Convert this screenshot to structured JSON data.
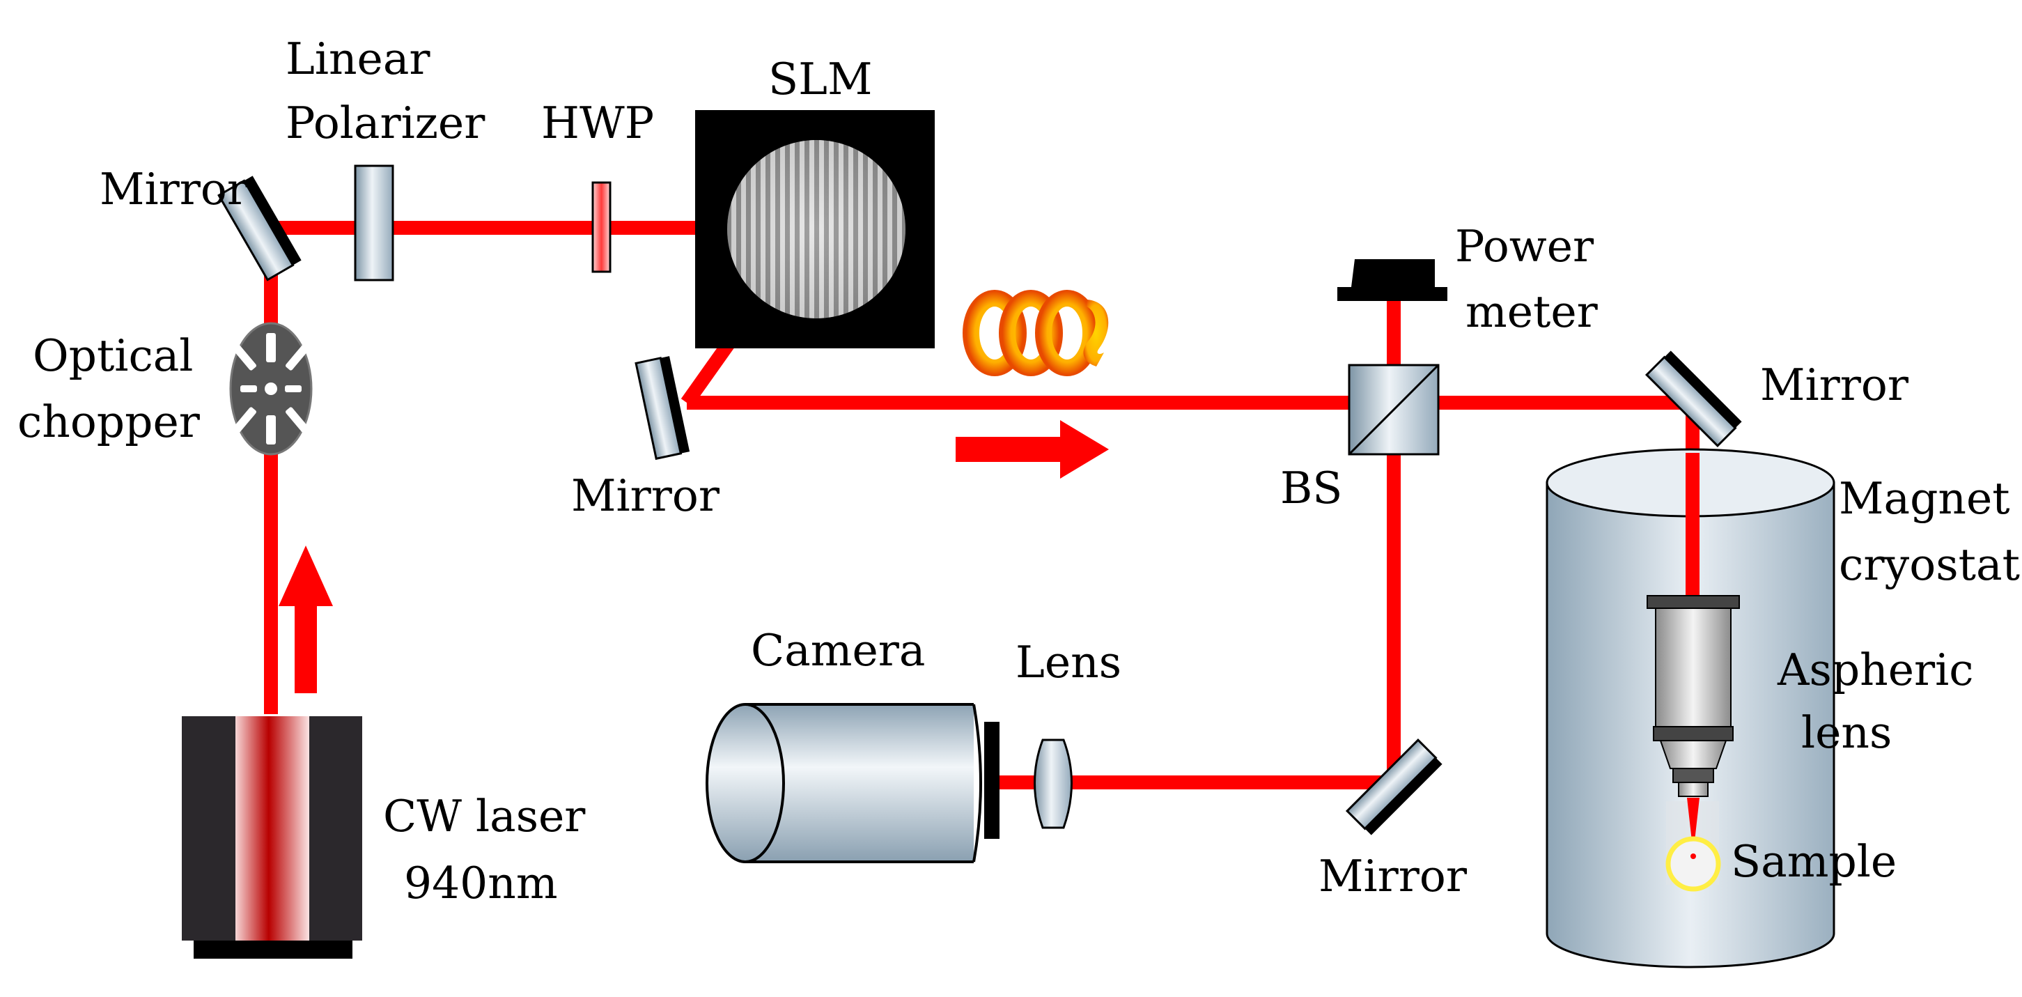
{
  "labels": {
    "linear_polarizer_line1": "Linear",
    "linear_polarizer_line2": "Polarizer",
    "hwp": "HWP",
    "slm": "SLM",
    "mirror_top_left": "Mirror",
    "optical_chopper_line1": "Optical",
    "optical_chopper_line2": "chopper",
    "mirror_slm": "Mirror",
    "power_meter_line1": "Power",
    "power_meter_line2": "meter",
    "bs": "BS",
    "mirror_right": "Mirror",
    "magnet_cryostat_line1": "Magnet",
    "magnet_cryostat_line2": "cryostat",
    "aspheric_lens_line1": "Aspheric",
    "aspheric_lens_line2": "lens",
    "sample": "Sample",
    "camera": "Camera",
    "lens": "Lens",
    "mirror_bottom": "Mirror",
    "cw_laser_line1": "CW laser",
    "cw_laser_line2": "940nm"
  },
  "colors": {
    "beam": "#ff0000",
    "optic_fill": "#bccbd6",
    "slm_panel": "#000000",
    "chopper": "#555555",
    "laser_body": "#2b282c",
    "vortex": "#ffcc00"
  }
}
